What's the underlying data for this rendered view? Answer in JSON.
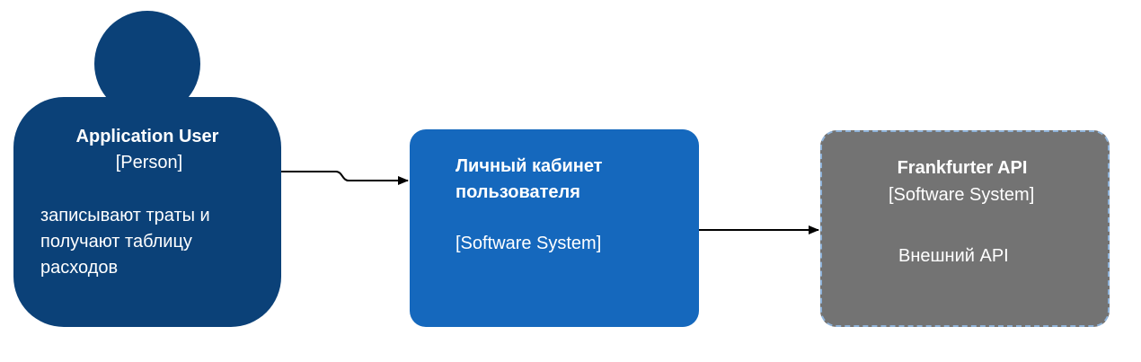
{
  "diagram": {
    "nodes": {
      "user": {
        "title": "Application User",
        "type": "[Person]",
        "description": "записывают траты и получают таблицу расходов",
        "color": "#0b4178"
      },
      "cabinet": {
        "title": "Личный кабинет пользователя",
        "type": "[Software System]",
        "color": "#1568bd"
      },
      "frankfurter": {
        "title": "Frankfurter API",
        "type": "[Software System]",
        "description": "Внешний API",
        "color": "#737373",
        "border_color": "#8fb3d9"
      }
    },
    "edges": [
      {
        "from": "user",
        "to": "cabinet",
        "label": ""
      },
      {
        "from": "cabinet",
        "to": "frankfurter",
        "label": ""
      }
    ]
  }
}
